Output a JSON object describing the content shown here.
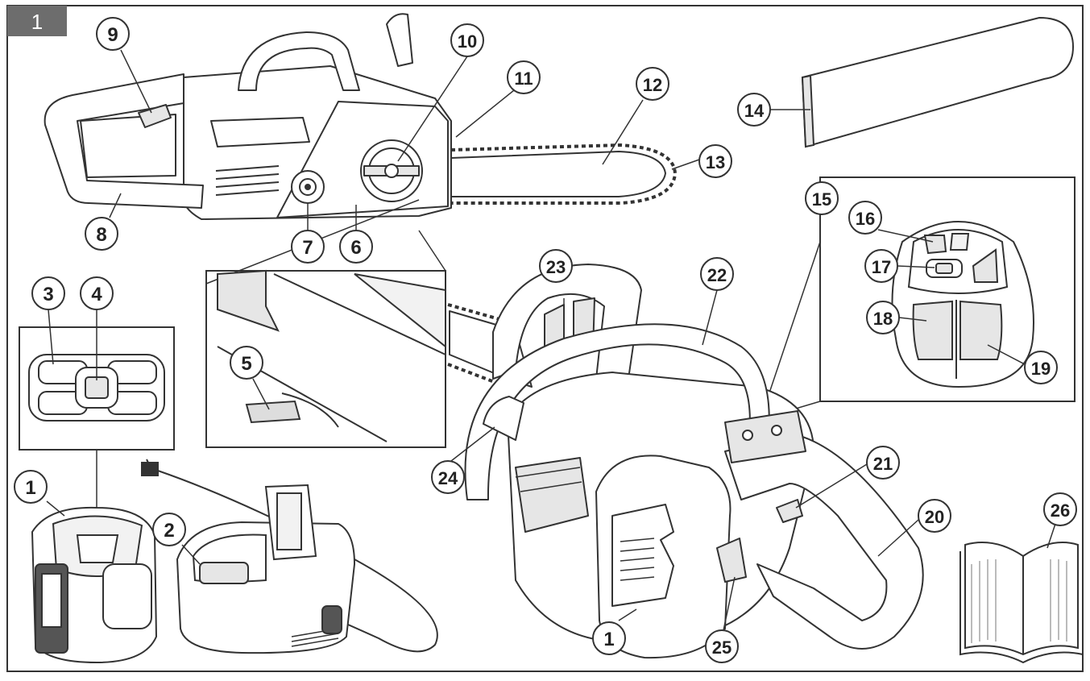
{
  "figure_number": "1",
  "callouts": [
    {
      "id": "c1a",
      "label": "1"
    },
    {
      "id": "c1b",
      "label": "1"
    },
    {
      "id": "c2",
      "label": "2"
    },
    {
      "id": "c3",
      "label": "3"
    },
    {
      "id": "c4",
      "label": "4"
    },
    {
      "id": "c5",
      "label": "5"
    },
    {
      "id": "c6",
      "label": "6"
    },
    {
      "id": "c7",
      "label": "7"
    },
    {
      "id": "c8",
      "label": "8"
    },
    {
      "id": "c9",
      "label": "9"
    },
    {
      "id": "c10",
      "label": "10"
    },
    {
      "id": "c11",
      "label": "11"
    },
    {
      "id": "c12",
      "label": "12"
    },
    {
      "id": "c13",
      "label": "13"
    },
    {
      "id": "c14",
      "label": "14"
    },
    {
      "id": "c15",
      "label": "15"
    },
    {
      "id": "c16",
      "label": "16"
    },
    {
      "id": "c17",
      "label": "17"
    },
    {
      "id": "c18",
      "label": "18"
    },
    {
      "id": "c19",
      "label": "19"
    },
    {
      "id": "c20",
      "label": "20"
    },
    {
      "id": "c21",
      "label": "21"
    },
    {
      "id": "c22",
      "label": "22"
    },
    {
      "id": "c23",
      "label": "23"
    },
    {
      "id": "c24",
      "label": "24"
    },
    {
      "id": "c25",
      "label": "25"
    },
    {
      "id": "c26",
      "label": "26"
    }
  ],
  "colors": {
    "line": "#333333",
    "fill": "#ffffff",
    "shade": "#e6e6e6",
    "dark": "#555555",
    "tag": "#6d6d6d"
  }
}
